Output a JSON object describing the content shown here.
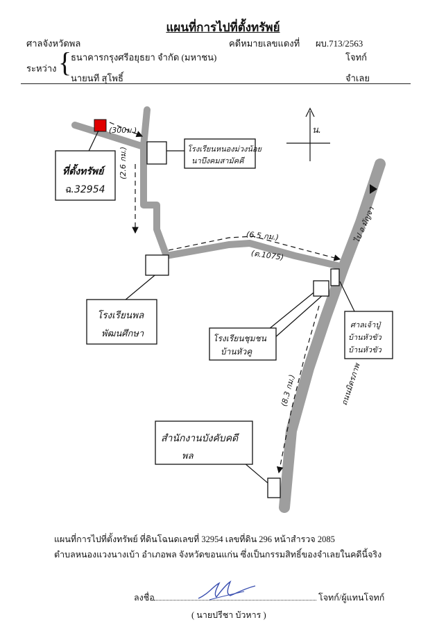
{
  "header": {
    "title": "แผนที่การไปที่ตั้งทรัพย์",
    "court": "ศาลจังหวัดพล",
    "case_label": "คดีหมายเลขแดงที่",
    "case_number": "ผบ.713/2563",
    "between": "ระหว่าง",
    "plaintiff_name": "ธนาคารกรุงศรีอยุธยา จำกัด (มหาชน)",
    "plaintiff_role": "โจทก์",
    "defendant_name": "นายนที สุโพธิ์",
    "defendant_role": "จำเลย"
  },
  "map": {
    "north": "น.",
    "property_label": "ที่ตั้งทรัพย์",
    "deed_label": "ฉ.32954",
    "dist_small_road": "(300ม.)",
    "school_1": "โรงเรียนหนองม่วงน้อย",
    "school_1_sub": "นาบึงคมสามัคคี",
    "dist_vertical": "(2.6 กม.)",
    "school_2": "โรงเรียนพล",
    "school_2_sub": "พัฒนศึกษา",
    "dist_east_road": "(6.5 กม.)",
    "road_code": "(ต.1075)",
    "highway_top": "ไป อ.มัญจา",
    "highway_name": "ถนนมิตรภาพ",
    "school_3": "โรงเรียนชุมชน",
    "school_3_sub": "บ้านหัวคู",
    "shrine_1": "ศาลเจ้าปู่",
    "shrine_2": "บ้านหัวขัว",
    "shrine_3": "บ้านหัวขัว",
    "dist_highway": "(8.3 กม.)",
    "station_1": "สำนักงานบังคับคดี",
    "station_2": "พล"
  },
  "footer": {
    "description_line1": "แผนที่การไปที่ตั้งทรัพย์ ที่ดินโฉนดเลขที่ 32954 เลขที่ดิน 296 หน้าสำรวจ 2085",
    "description_line2": "ตำบลหนองแวงนางเบ้า อำเภอพล จังหวัดขอนแก่น ซึ่งเป็นกรรมสิทธิ์ของจำเลยในคดีนี้จริง",
    "sign_label": "ลงชื่อ",
    "sign_role": "โจทก์/ผู้แทนโจทก์",
    "signer_name": "( นายปรีชา บัวหาร )"
  },
  "colors": {
    "road": "#9e9e9e",
    "marker": "#e00000",
    "ink": "#111111"
  }
}
